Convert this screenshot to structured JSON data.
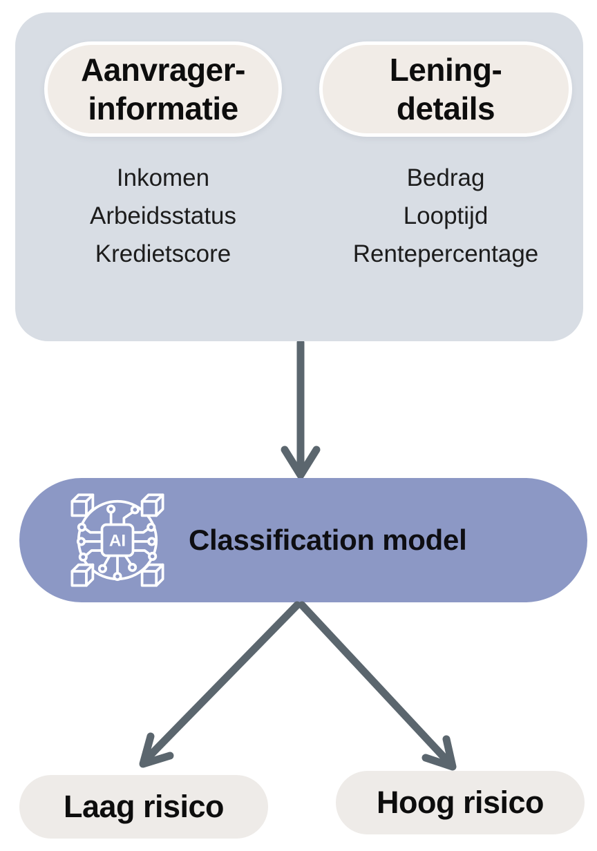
{
  "diagram": {
    "colors": {
      "box_bg": "#d8dde4",
      "header_pill_bg": "#f1ece7",
      "header_pill_border": "#ffffff",
      "model_pill_bg": "#8c98c5",
      "output_pill_bg": "#eeebe8",
      "arrow": "#5b666e",
      "text": "#121212",
      "page_bg": "#ffffff"
    },
    "inputs": {
      "columns": [
        {
          "title_lines": [
            "Aanvrager-",
            "informatie"
          ],
          "items": [
            "Inkomen",
            "Arbeidsstatus",
            "Kredietscore"
          ]
        },
        {
          "title_lines": [
            "Lening-",
            "details"
          ],
          "items": [
            "Bedrag",
            "Looptijd",
            "Rentepercentage"
          ]
        }
      ]
    },
    "model": {
      "label": "Classification model",
      "icon": "ai-chip-icon",
      "icon_label": "AI"
    },
    "outputs": [
      {
        "label": "Laag risico"
      },
      {
        "label": "Hoog risico"
      }
    ]
  }
}
